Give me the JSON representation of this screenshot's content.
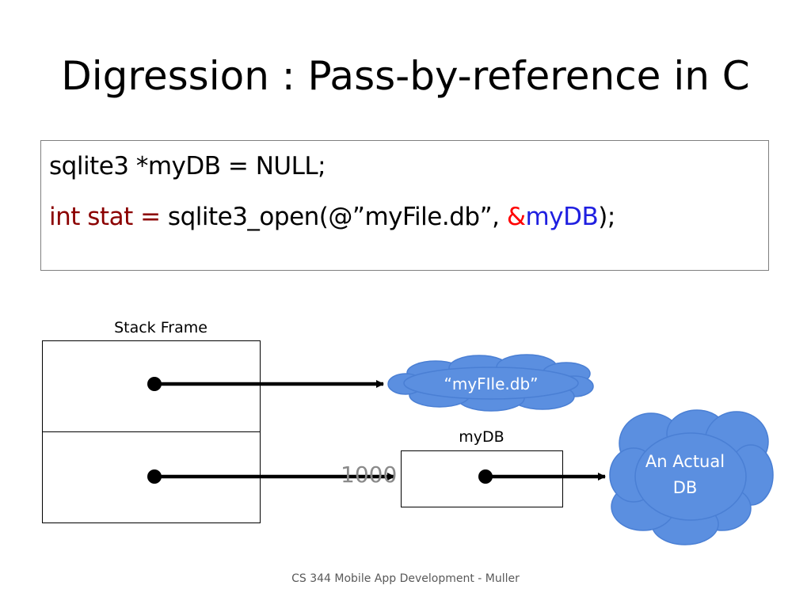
{
  "slide": {
    "title": "Digression : Pass-by-reference in C",
    "footer": "CS 344 Mobile App Development - Muller"
  },
  "code": {
    "line1": "sqlite3 *myDB = NULL;",
    "line2": {
      "keyword": "int stat =",
      "call": " sqlite3_open(@”myFile.db”, ",
      "ampersand": "&",
      "variable": "myDB",
      "close": ");"
    }
  },
  "diagram": {
    "stack_frame_label": "Stack Frame",
    "address_label": "1000",
    "mydb_label": "myDB",
    "cloud_file_label": "“myFIle.db”",
    "cloud_db_label_line1": "An Actual",
    "cloud_db_label_line2": "DB",
    "colors": {
      "cloud_fill": "#5b8fe0",
      "cloud_stroke": "#4a7fd4",
      "arrow": "#000000"
    }
  }
}
